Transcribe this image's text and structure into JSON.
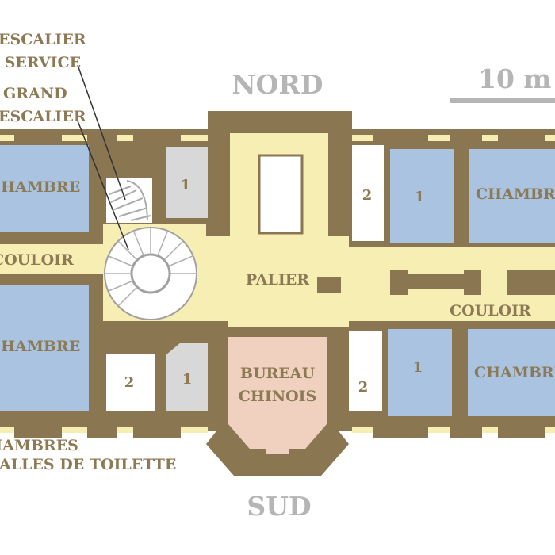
{
  "compass": {
    "north": "NORD",
    "south": "SUD"
  },
  "scale": {
    "label": "10 m"
  },
  "callouts": {
    "service_stair_line1": "ESCALIER",
    "service_stair_line2": "DE SERVICE",
    "grand_stair_line1": "GRAND",
    "grand_stair_line2": "ESCALIER",
    "bottom_line1": "CHAMBRES",
    "bottom_line2": "ET SALLES DE TOILETTE"
  },
  "rooms": {
    "chambre_nw": "CHAMBRE",
    "chambre_sw": "CHAMBRE",
    "chambre_ne": "CHAMBRE",
    "chambre_se": "CHAMBRE",
    "couloir_w": "COULOIR",
    "couloir_e": "COULOIR",
    "palier": "PALIER",
    "bureau_line1": "BUREAU",
    "bureau_line2": "CHINOIS"
  },
  "room_numbers": {
    "n1_nw": "1",
    "n2_n": "2",
    "n1_ne": "1",
    "n2_sw": "2",
    "n1_sw": "1",
    "n2_se": "2",
    "n1_se": "1"
  },
  "colors": {
    "wall": "#8a7650",
    "corridor": "#f7eeb4",
    "bedroom": "#a9c3e0",
    "service": "#d8d8d8",
    "bureau": "#f0d0bf",
    "text": "#8c7a55",
    "compass": "#b5b5b5"
  }
}
